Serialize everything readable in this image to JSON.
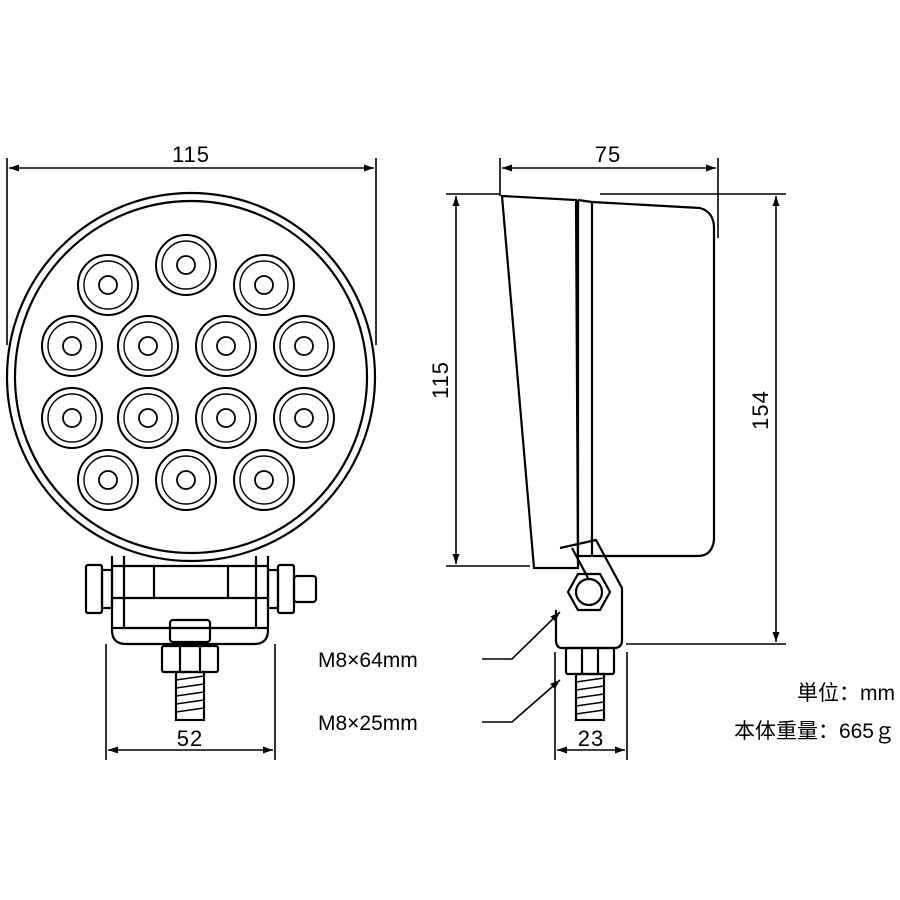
{
  "front_view": {
    "width_label": "115",
    "bracket_width_label": "52"
  },
  "side_view": {
    "depth_label": "75",
    "lens_height_label": "115",
    "total_height_label": "154",
    "bracket_depth_label": "23",
    "bolt_upper_label": "M8×64mm",
    "bolt_lower_label": "M8×25mm"
  },
  "notes": {
    "unit": "単位：mm",
    "weight": "本体重量：665ｇ"
  }
}
